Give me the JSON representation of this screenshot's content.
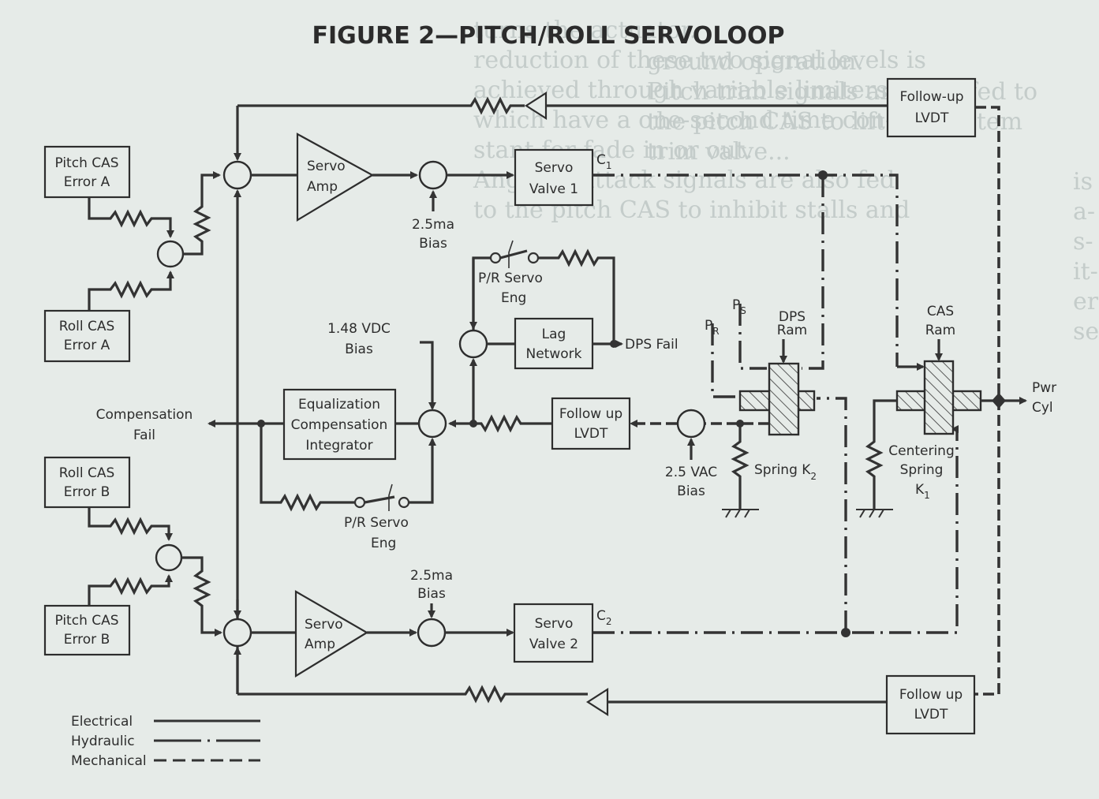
{
  "title": "FIGURE 2—PITCH/ROLL SERVOLOOP",
  "blocks": {
    "pitch_cas_error_a": [
      "Pitch CAS",
      "Error A"
    ],
    "roll_cas_error_a": [
      "Roll CAS",
      "Error A"
    ],
    "roll_cas_error_b": [
      "Roll CAS",
      "Error B"
    ],
    "pitch_cas_error_b": [
      "Pitch CAS",
      "Error B"
    ],
    "servo_amp_1": [
      "Servo",
      "Amp"
    ],
    "servo_amp_2": [
      "Servo",
      "Amp"
    ],
    "servo_valve_1": [
      "Servo",
      "Valve 1"
    ],
    "servo_valve_2": [
      "Servo",
      "Valve 2"
    ],
    "follow_up_lvdt_top": [
      "Follow-up",
      "LVDT"
    ],
    "follow_up_lvdt_mid": [
      "Follow up",
      "LVDT"
    ],
    "follow_up_lvdt_bottom": [
      "Follow up",
      "LVDT"
    ],
    "lag_network": [
      "Lag",
      "Network"
    ],
    "equalization": [
      "Equalization",
      "Compensation",
      "Integrator"
    ]
  },
  "labels": {
    "bias_2_5ma_top": [
      "2.5ma",
      "Bias"
    ],
    "bias_2_5ma_bottom": [
      "2.5ma",
      "Bias"
    ],
    "bias_1_48vdc": [
      "1.48 VDC",
      "Bias"
    ],
    "bias_2_5vac": [
      "2.5 VAC",
      "Bias"
    ],
    "pr_servo_eng_top": [
      "P/R Servo",
      "Eng"
    ],
    "pr_servo_eng_bottom": [
      "P/R Servo",
      "Eng"
    ],
    "dps_fail": "DPS Fail",
    "compensation_fail": [
      "Compensation",
      "Fail"
    ],
    "c1": "C",
    "c1_sub": "1",
    "c2": "C",
    "c2_sub": "2",
    "ps": "P",
    "ps_sub": "S",
    "pr": "P",
    "pr_sub": "R",
    "dps_ram": [
      "DPS",
      "Ram"
    ],
    "cas_ram": [
      "CAS",
      "Ram"
    ],
    "spring_k2": "Spring K",
    "spring_k2_sub": "2",
    "centering_spring": [
      "Centering",
      "Spring",
      "K"
    ],
    "centering_spring_sub": "1",
    "pwr_cyl": [
      "Pwr",
      "Cyl"
    ]
  },
  "legend": [
    {
      "label": "Electrical",
      "style": "solid"
    },
    {
      "label": "Hydraulic",
      "style": "dash-dot"
    },
    {
      "label": "Mechanical",
      "style": "dashed"
    }
  ],
  "background_text": {
    "col_left": [
      "",
      "",
      "",
      "",
      "is",
      "a-",
      "s-",
      "it-",
      "er",
      "se"
    ],
    "col_mid": [
      "turns the actuator.",
      "reduction of these two signal levels is",
      "achieved through variable limiters",
      "which have a one-second time con-",
      "stant for fade in or out.",
      "Angle-of-attack signals are also fed",
      "to the pitch CAS to inhibit stalls and"
    ],
    "col_right": [
      "ground operation.",
      "Pitch trim signals are also fed to",
      "the pitch CAS to lift the system",
      "trim valve..."
    ]
  },
  "colors": {
    "ink": "#2d2d2d",
    "paper": "#e6ebe8",
    "ghost_text": "#c4ccca"
  }
}
